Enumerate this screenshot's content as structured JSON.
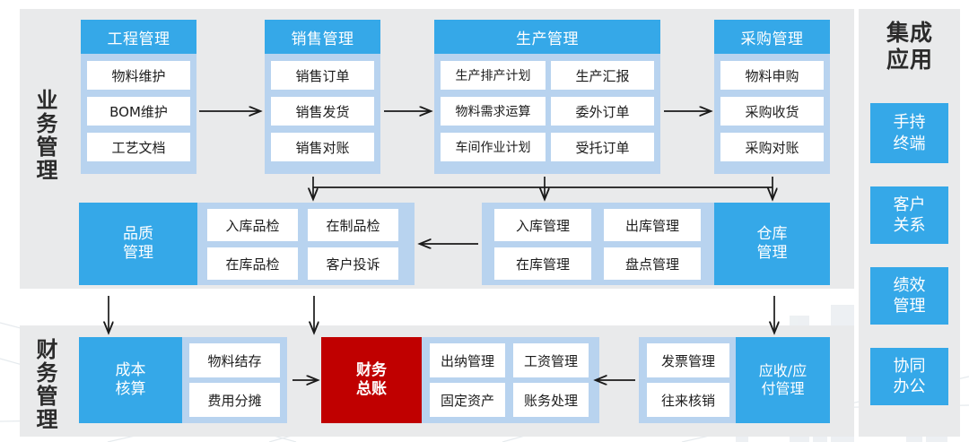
{
  "diagram": {
    "sections": {
      "business": "业务管理",
      "finance": "财务管理",
      "integration": "集成应用"
    },
    "colors": {
      "accent_blue": "#35a8e8",
      "card_bg": "#b8d3ef",
      "panel_bg": "#e9eaeb",
      "highlight_red": "#c00000",
      "item_bg": "#ffffff"
    },
    "business_row1": [
      {
        "title": "工程管理",
        "items": [
          "物料维护",
          "BOM维护",
          "工艺文档"
        ]
      },
      {
        "title": "销售管理",
        "items": [
          "销售订单",
          "销售发货",
          "销售对账"
        ]
      },
      {
        "title": "生产管理",
        "items": [
          "生产排产计划",
          "生产汇报",
          "物料需求运算",
          "委外订单",
          "车间作业计划",
          "受托订单"
        ]
      },
      {
        "title": "采购管理",
        "items": [
          "物料申购",
          "采购收货",
          "采购对账"
        ]
      }
    ],
    "business_row2": [
      {
        "title": "品质管理",
        "items": [
          "入库品检",
          "在制品检",
          "在库品检",
          "客户投诉"
        ]
      },
      {
        "title": "仓库管理",
        "items": [
          "入库管理",
          "出库管理",
          "在库管理",
          "盘点管理"
        ]
      }
    ],
    "finance_row": [
      {
        "title": "成本核算",
        "items": [
          "物料结存",
          "费用分摊"
        ]
      },
      {
        "title": "财务总账",
        "items": [
          "出纳管理",
          "工资管理",
          "固定资产",
          "账务处理"
        ]
      },
      {
        "title": "应收/应付管理",
        "items": [
          "发票管理",
          "往来核销"
        ]
      }
    ],
    "integration_buttons": [
      "手持终端",
      "客户关系",
      "绩效管理",
      "协同办公"
    ]
  }
}
